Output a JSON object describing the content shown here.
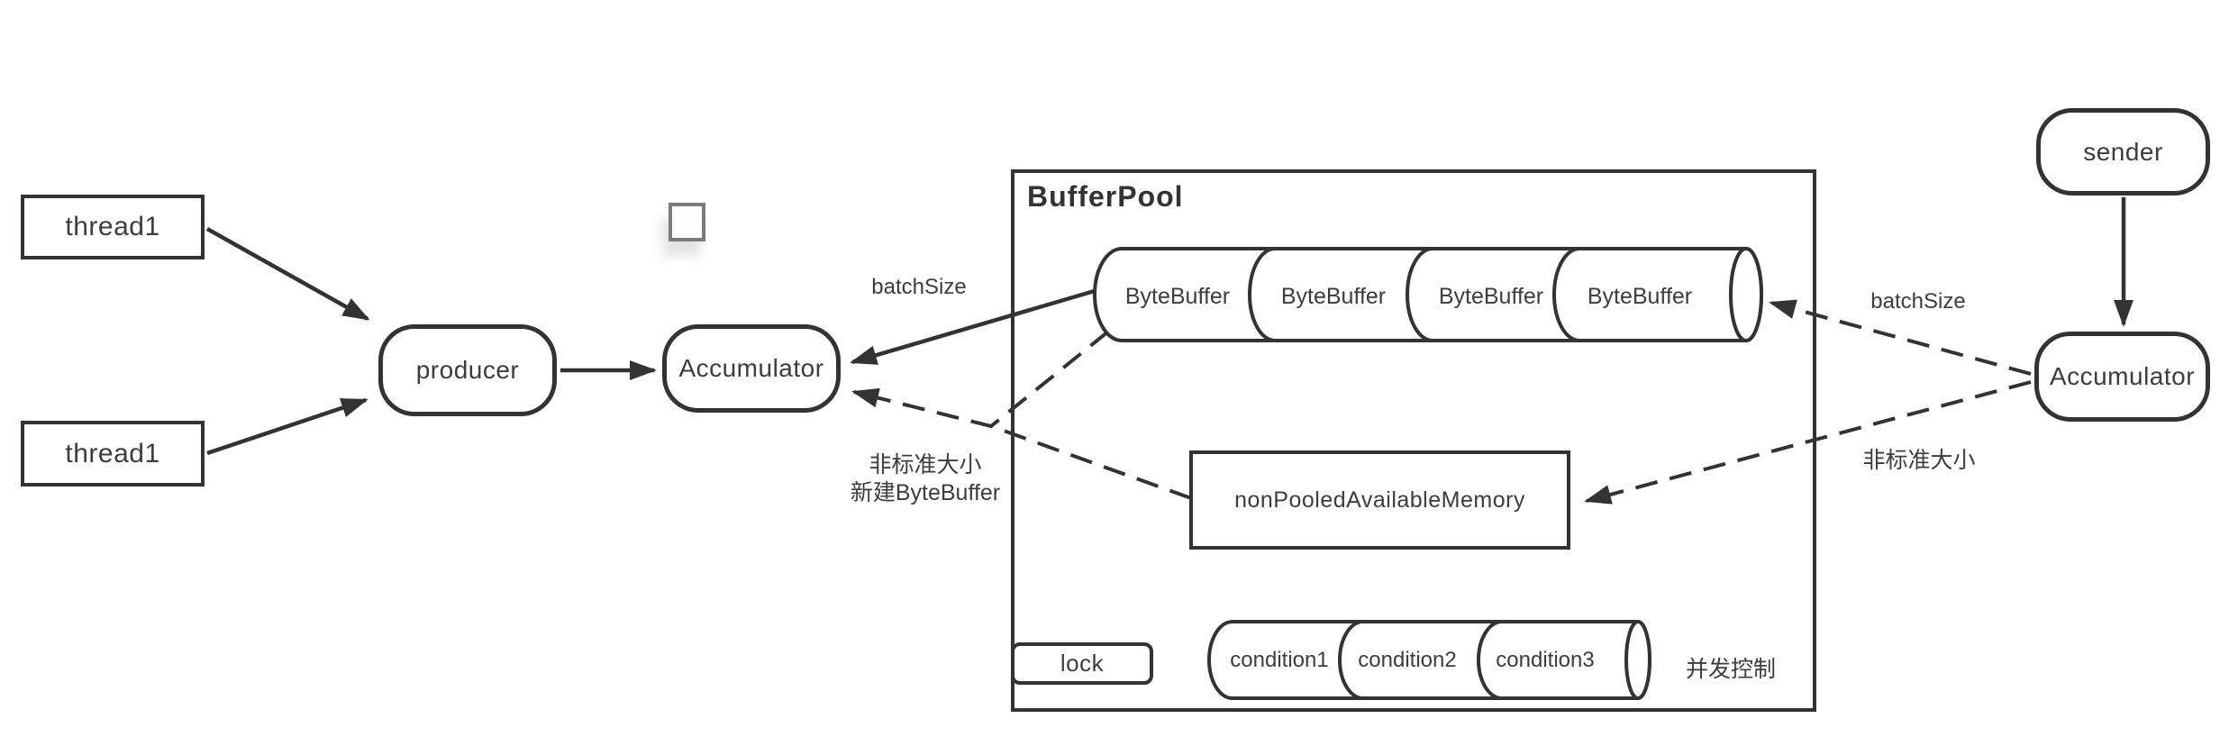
{
  "diagram": {
    "background": "#ffffff",
    "stroke_color": "#333333",
    "text_color": "#3d3d3d",
    "square_color": "#7b7b7b",
    "nodes": {
      "thread_top": {
        "label": "thread1"
      },
      "thread_bottom": {
        "label": "thread1"
      },
      "producer": {
        "label": "producer"
      },
      "accumulator_left": {
        "label": "Accumulator"
      },
      "buffer_pool": {
        "title": "BufferPool"
      },
      "byte_buffers": [
        "ByteBuffer",
        "ByteBuffer",
        "ByteBuffer",
        "ByteBuffer"
      ],
      "non_pooled_memory": {
        "label": "nonPooledAvailableMemory"
      },
      "lock": {
        "label": "lock"
      },
      "conditions": [
        "condition1",
        "condition2",
        "condition3"
      ],
      "sender": {
        "label": "sender"
      },
      "accumulator_right": {
        "label": "Accumulator"
      }
    },
    "labels": {
      "batch_size_left": "batchSize",
      "batch_size_right": "batchSize",
      "nonstandard_left_line1": "非标准大小",
      "nonstandard_left_line2": "新建ByteBuffer",
      "nonstandard_right": "非标准大小",
      "concurrency_control": "并发控制"
    }
  }
}
